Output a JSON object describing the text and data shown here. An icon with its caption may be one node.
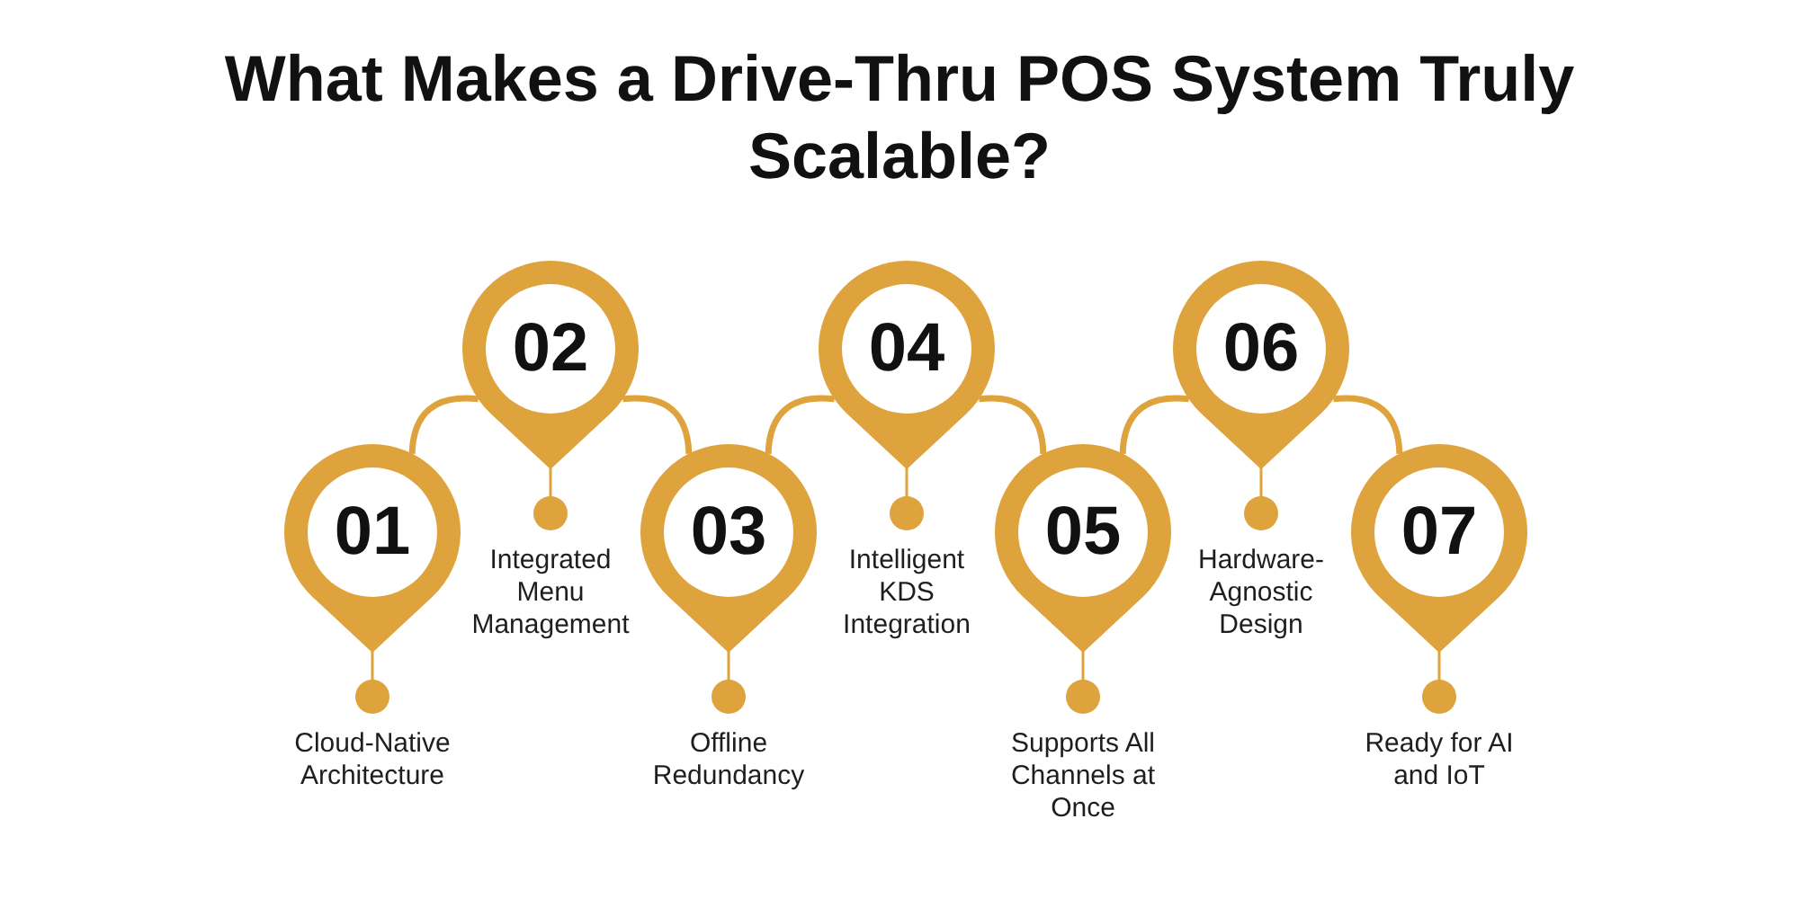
{
  "diagram": {
    "title": "What Makes a Drive-Thru POS System Truly Scalable?",
    "nodes": [
      {
        "text": [
          "01"
        ]
      },
      {
        "text": [
          "02"
        ]
      },
      {
        "text": [
          "03"
        ]
      },
      {
        "text": [
          "04"
        ]
      },
      {
        "text": [
          "05"
        ]
      },
      {
        "text": [
          "06"
        ]
      },
      {
        "text": [
          "07"
        ]
      }
    ],
    "edges": [
      {
        "from": 0,
        "to": 1,
        "arrow": "none"
      },
      {
        "from": 1,
        "to": 2,
        "arrow": "none"
      },
      {
        "from": 2,
        "to": 3,
        "arrow": "none"
      },
      {
        "from": 3,
        "to": 4,
        "arrow": "none"
      },
      {
        "from": 4,
        "to": 5,
        "arrow": "none"
      },
      {
        "from": 5,
        "to": 6,
        "arrow": "none"
      }
    ],
    "labels": [
      "Cloud-Native Architecture",
      "Integrated Menu Management",
      "Offline Redundancy",
      "Intelligent KDS Integration",
      "Supports All Channels at Once",
      "Hardware-Agnostic Design",
      "Ready for AI and IoT"
    ]
  }
}
